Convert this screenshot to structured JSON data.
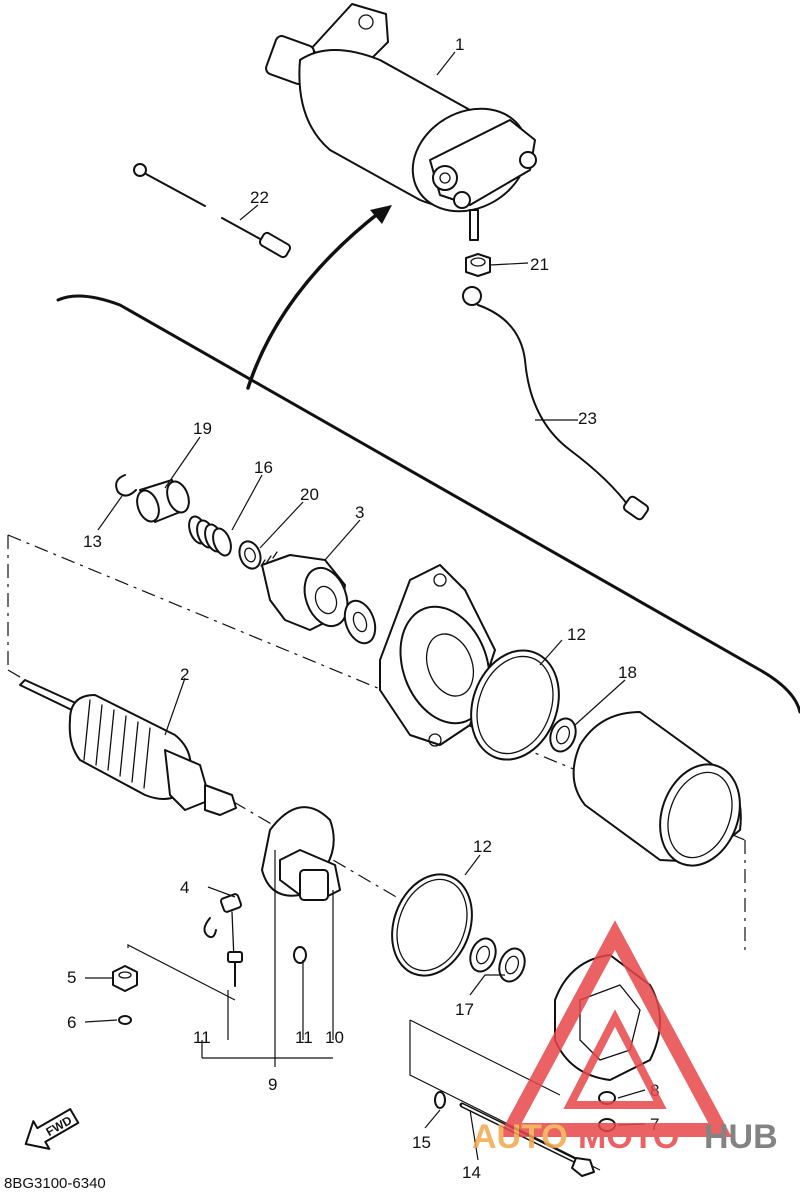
{
  "diagram_code": "8BG3100-6340",
  "fwd_label": "FWD",
  "callouts": [
    "1",
    "2",
    "3",
    "4",
    "5",
    "6",
    "7",
    "8",
    "9",
    "10",
    "11",
    "11",
    "12",
    "12",
    "13",
    "14",
    "15",
    "16",
    "17",
    "18",
    "19",
    "20",
    "21",
    "22",
    "23"
  ],
  "watermark": {
    "part1": "AUTO",
    "part2": "MOTO",
    "part3": "HUB",
    "color_red": "#e8474a",
    "color_orange": "#f2a74c",
    "color_gray": "#6e6e6e"
  }
}
